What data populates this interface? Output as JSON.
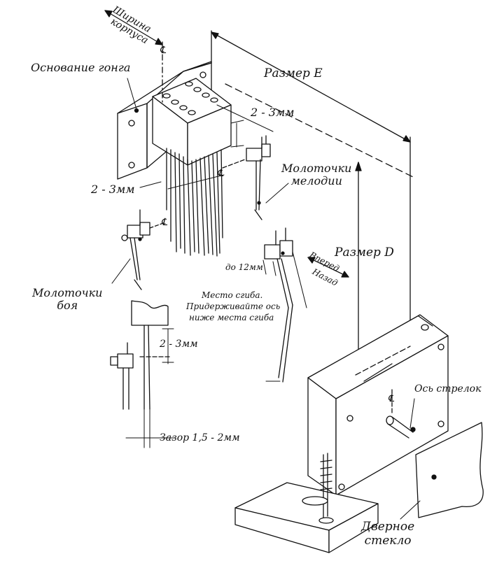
{
  "labels": {
    "case_width_line1": "Ширина",
    "case_width_line2": "корпуса",
    "gong_base": "Основание гонга",
    "size_e": "Размер E",
    "gap_2_3mm_top": "2 - 3мм",
    "gap_2_3mm_left": "2 - 3мм",
    "centerline_symbol": "℄",
    "melody_hammers_line1": "Молоточки",
    "melody_hammers_line2": "мелодии",
    "up_to_12mm": "до 12мм",
    "forward": "Вперед",
    "backward": "Назад",
    "size_d": "Размер D",
    "strike_hammers_line1": "Молоточки",
    "strike_hammers_line2": "боя",
    "bend_note_line1": "Место сгиба.",
    "bend_note_line2": "Придерживайте ось",
    "bend_note_line3": "ниже места сгиба",
    "gap_2_3mm_detail": "2 - 3мм",
    "hand_axis": "Ось стрелок",
    "clearance": "Зазор 1,5 - 2мм",
    "door_glass_line1": "Дверное",
    "door_glass_line2": "стекло"
  },
  "colors": {
    "ink": "#111111",
    "paper": "#ffffff"
  }
}
